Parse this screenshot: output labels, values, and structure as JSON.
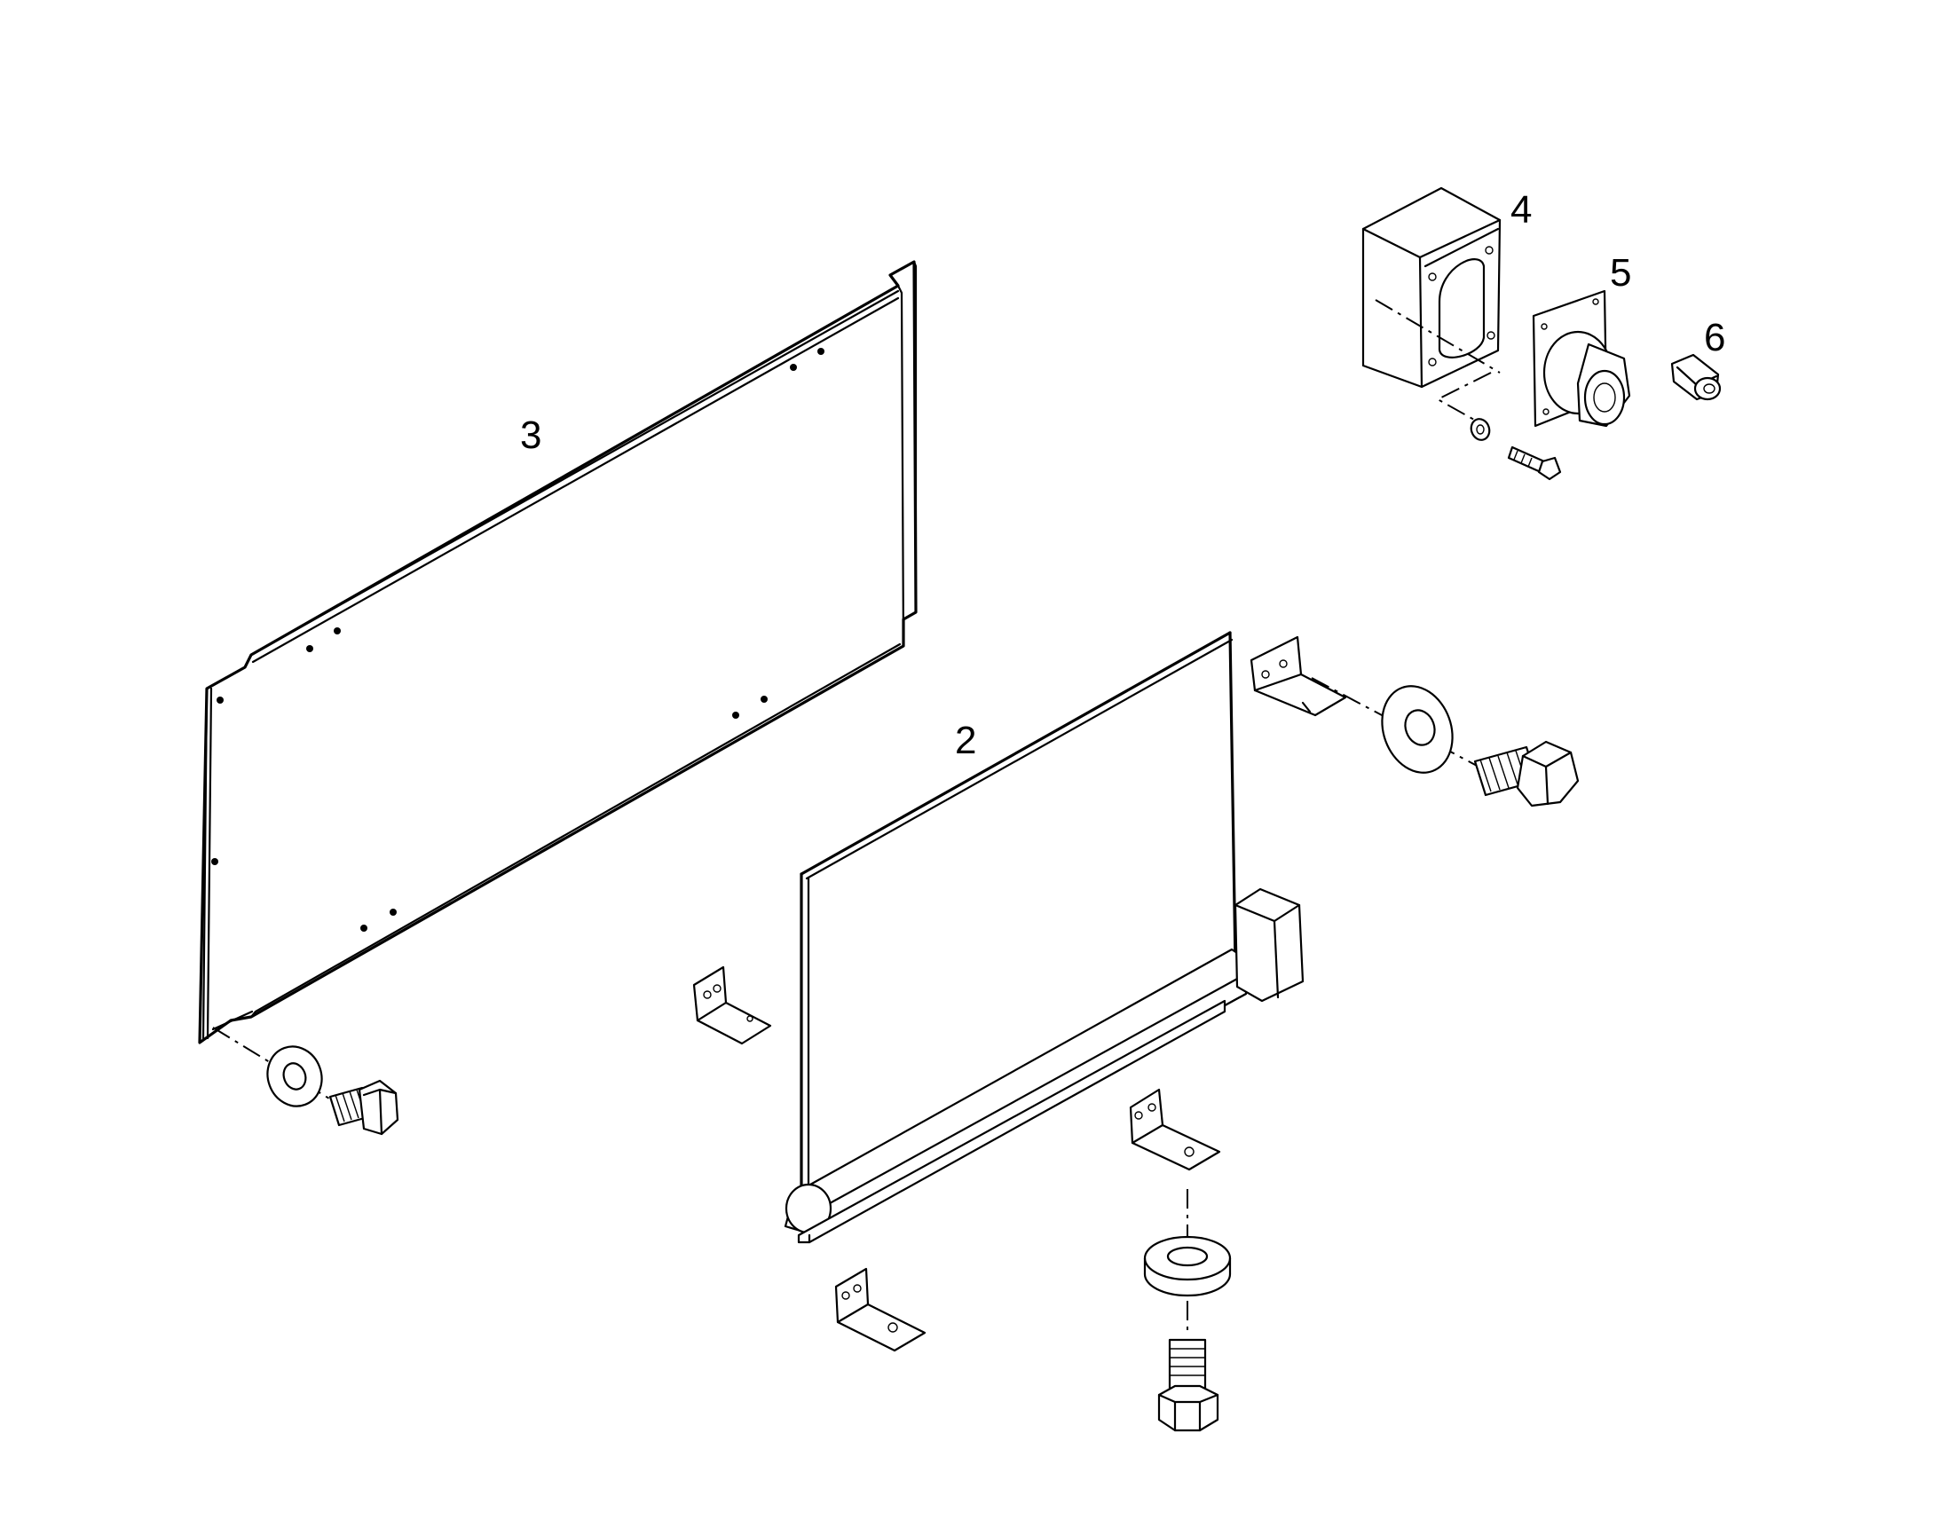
{
  "diagram": {
    "labels": {
      "part_2": "2",
      "part_3": "3",
      "part_4": "4",
      "part_5": "5",
      "part_6": "6"
    },
    "colors": {
      "line": "#000000",
      "background": "#ffffff"
    }
  }
}
